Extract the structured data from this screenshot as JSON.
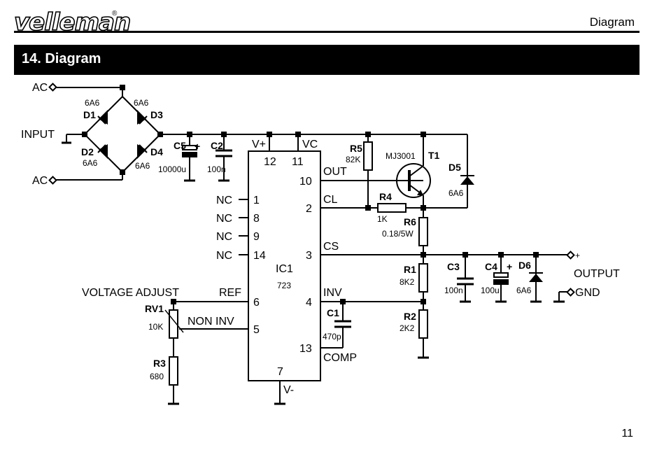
{
  "header": {
    "logo": "velleman",
    "logo_mark": "®",
    "section": "Diagram"
  },
  "section": {
    "title": "14.  Diagram"
  },
  "page_number": "11",
  "terminals": {
    "ac": "AC",
    "input": "INPUT",
    "output": "OUTPUT",
    "plus": "+",
    "gnd": "GND"
  },
  "components": {
    "d1": {
      "ref": "D1",
      "value": "6A6"
    },
    "d2": {
      "ref": "D2",
      "value": "6A6"
    },
    "d3": {
      "ref": "D3",
      "value": "6A6"
    },
    "d4": {
      "ref": "D4",
      "value": "6A6"
    },
    "c5": {
      "ref": "C5",
      "value": "10000u",
      "polarity": "+"
    },
    "c2": {
      "ref": "C2",
      "value": "100n"
    },
    "r5": {
      "ref": "R5",
      "value": "82K"
    },
    "t1": {
      "ref": "T1",
      "value": "MJ3001"
    },
    "d5": {
      "ref": "D5",
      "value": "6A6"
    },
    "r4": {
      "ref": "R4",
      "value": "1K"
    },
    "r6": {
      "ref": "R6",
      "value": "0.18/5W"
    },
    "r1": {
      "ref": "R1",
      "value": "8K2"
    },
    "r2": {
      "ref": "R2",
      "value": "2K2"
    },
    "c3": {
      "ref": "C3",
      "value": "100n"
    },
    "c4": {
      "ref": "C4",
      "value": "100u",
      "polarity": "+"
    },
    "d6": {
      "ref": "D6",
      "value": "6A6"
    },
    "c1": {
      "ref": "C1",
      "value": "470p"
    },
    "rv1": {
      "ref": "RV1",
      "value": "10K"
    },
    "r3": {
      "ref": "R3",
      "value": "680"
    }
  },
  "ic": {
    "ref": "IC1",
    "type": "723",
    "pins_left": [
      {
        "name": "NC",
        "num": "1"
      },
      {
        "name": "NC",
        "num": "8"
      },
      {
        "name": "NC",
        "num": "9"
      },
      {
        "name": "NC",
        "num": "14"
      },
      {
        "name": "REF",
        "num": "6"
      },
      {
        "name": "NON INV",
        "num": "5"
      }
    ],
    "pins_right": [
      {
        "name": "OUT",
        "num": "10"
      },
      {
        "name": "CL",
        "num": "2"
      },
      {
        "name": "CS",
        "num": "3"
      },
      {
        "name": "INV",
        "num": "4"
      },
      {
        "name": "COMP",
        "num": "13"
      }
    ],
    "pins_top": [
      {
        "name": "V+",
        "num": "12"
      },
      {
        "name": "VC",
        "num": "11"
      }
    ],
    "pins_bottom": [
      {
        "name": "V-",
        "num": "7"
      }
    ]
  },
  "labels": {
    "voltage_adjust": "VOLTAGE ADJUST"
  }
}
